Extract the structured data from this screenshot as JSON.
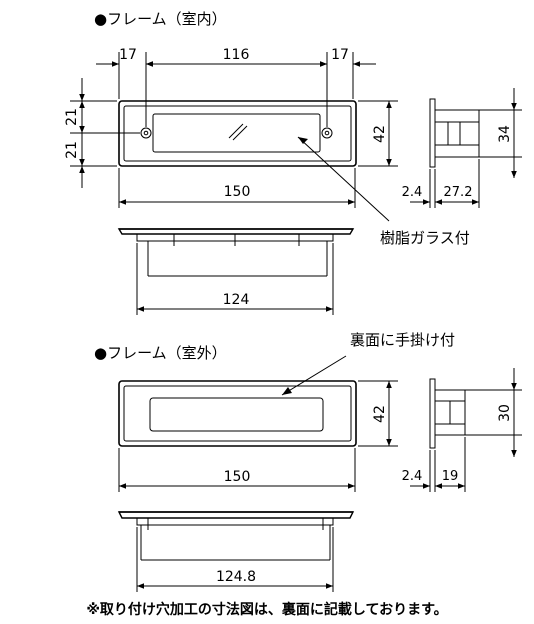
{
  "sections": {
    "indoor": {
      "heading": "●フレーム（室内）",
      "dims": {
        "top_left": "17",
        "top_center": "116",
        "top_right": "17",
        "left_upper": "21",
        "left_lower": "21",
        "height": "42",
        "width": "150",
        "inner_width": "124",
        "side_height": "34",
        "side_thin": "2.4",
        "side_depth": "27.2"
      },
      "callout": "樹脂ガラス付"
    },
    "outdoor": {
      "heading": "●フレーム（室外）",
      "dims": {
        "height": "42",
        "width": "150",
        "inner_width": "124.8",
        "side_height": "30",
        "side_thin": "2.4",
        "side_depth": "19"
      },
      "callout": "裏面に手掛け付"
    }
  },
  "footnote": "※取り付け穴加工の寸法図は、裏面に記載しております。"
}
